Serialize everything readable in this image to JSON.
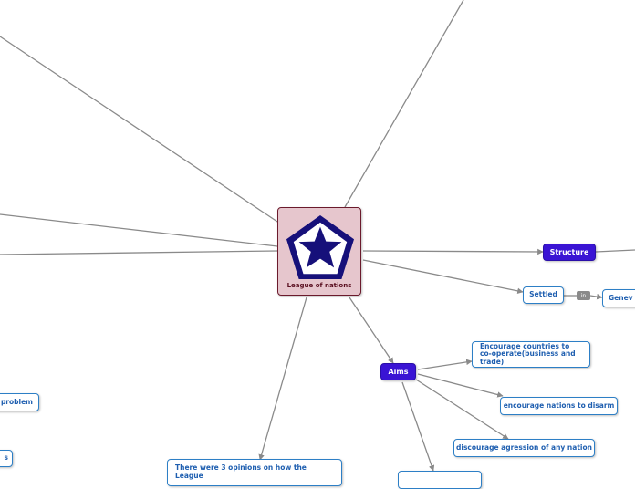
{
  "central_topic": {
    "label": "League of nations",
    "logo_icon": "pentagon-star-icon"
  },
  "branches": {
    "structure": {
      "label": "Structure"
    },
    "settled": {
      "label": "Settled",
      "connector": "in",
      "target": "Genev"
    },
    "aims": {
      "label": "Aims",
      "items": [
        "Encourage countries to co-operate(business and trade)",
        "encourage nations to disarm",
        "discourage agression of any nation"
      ]
    },
    "opinions": {
      "label": "There were 3 opinions on how the League"
    },
    "left_partial_1": {
      "label": "problem"
    },
    "left_partial_2": {
      "label": "s"
    }
  },
  "colors": {
    "main_topic": "#3a14d4",
    "subtopic_border": "#2d7fc6",
    "subtopic_text": "#1f5fb0",
    "center_fill": "#e6c6cd",
    "connector_line": "#8a8a8a"
  }
}
